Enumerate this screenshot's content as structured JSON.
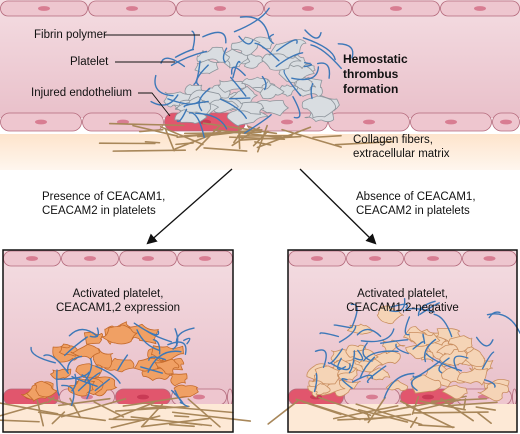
{
  "top": {
    "labels": {
      "fibrin": "Fibrin polymer",
      "platelet": "Platelet",
      "injured": "Injured endothelium",
      "thrombus": [
        "Hemostatic",
        "thrombus",
        "formation"
      ],
      "collagen": [
        "Collagen fibers,",
        "extracellular matrix"
      ]
    }
  },
  "branches": {
    "left": [
      "Presence of CEACAM1,",
      "CEACAM2 in platelets"
    ],
    "right": [
      "Absence of CEACAM1,",
      "CEACAM2 in platelets"
    ]
  },
  "panels": {
    "left": [
      "Activated platelet,",
      "CEACAM1,2 expression"
    ],
    "right": [
      "Activated platelet,",
      "CEACAM1,2-negative"
    ]
  },
  "colors": {
    "vessel_lumen_top": "#f7e3e7",
    "vessel_lumen_mid": "#ecc3cd",
    "cell_fill": "#eec6cf",
    "cell_stroke": "#b46a7c",
    "nucleus": "#d87d92",
    "injured_cell": "#e1566d",
    "collagen": "#a8875a",
    "fibrin": "#3d78b8",
    "platelet_gray": "#d9dde1",
    "platelet_orange": "#f0a064",
    "platelet_pale": "#f5d4b6",
    "tissue": "#fde9d6"
  },
  "icons": {
    "arrow": "arrow-down-icon"
  }
}
